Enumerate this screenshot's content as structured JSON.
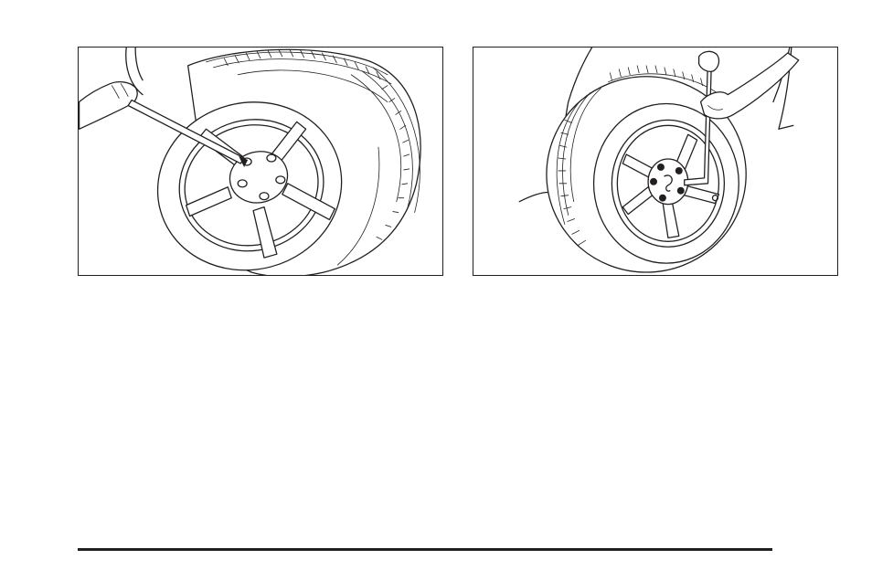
{
  "illustrations": [
    {
      "id": "wheel-with-lug-wrench-prying-center-cap",
      "description_icon": "wheel-cap-removal-illustration"
    },
    {
      "id": "wheel-with-lug-wrench-on-lug-nut",
      "description_icon": "lug-nut-loosening-illustration"
    }
  ],
  "colors": {
    "line": "#231f20",
    "background": "#ffffff"
  }
}
